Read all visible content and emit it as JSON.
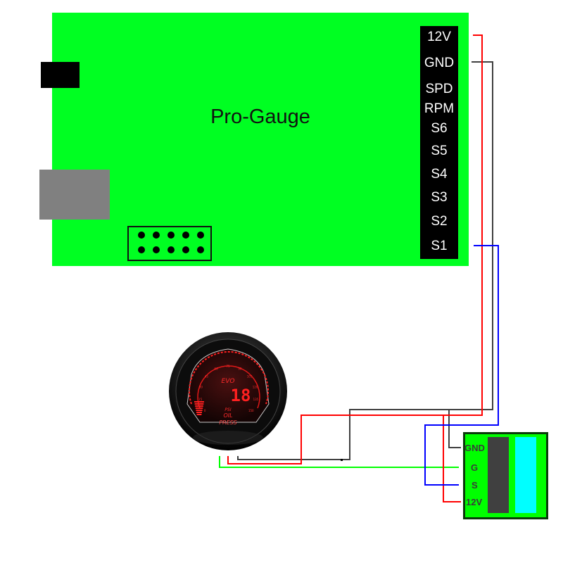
{
  "board": {
    "title": "Pro-Gauge",
    "color": "#00ff22",
    "pins": [
      "12V",
      "GND",
      "SPD",
      "RPM",
      "S6",
      "S5",
      "S4",
      "S3",
      "S2",
      "S1"
    ],
    "header_pin_count": 10
  },
  "gauge": {
    "brand": "EVO",
    "reading": "18",
    "unit": "PSI",
    "label_line1": "OIL",
    "label_line2": "PRESS",
    "scale_ticks": [
      "0",
      "15",
      "30",
      "45",
      "60",
      "75",
      "90",
      "105",
      "120",
      "135",
      "150"
    ],
    "face_color": "#e01818"
  },
  "module": {
    "pins": [
      "GND",
      "G",
      "S",
      "12V"
    ],
    "color": "#00ff00"
  },
  "wires": [
    {
      "name": "12V",
      "color": "#ff0000",
      "from": "Pro-Gauge 12V",
      "to": [
        "Gauge power",
        "Module 12V"
      ]
    },
    {
      "name": "GND",
      "color": "#404040",
      "from": "Pro-Gauge GND",
      "to": [
        "Gauge ground",
        "Module GND"
      ]
    },
    {
      "name": "S1",
      "color": "#0000ff",
      "from": "Pro-Gauge S1",
      "to": [
        "Module S"
      ]
    },
    {
      "name": "G",
      "color": "#00ff00",
      "from": "Gauge",
      "to": [
        "Module G"
      ]
    }
  ]
}
